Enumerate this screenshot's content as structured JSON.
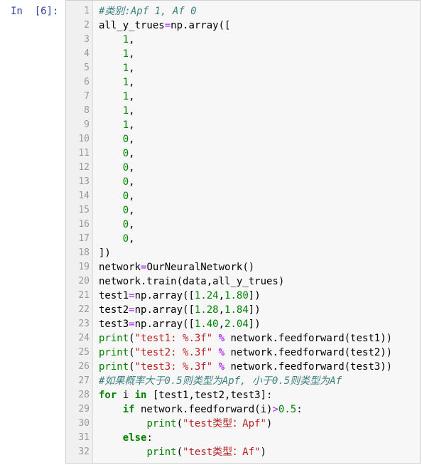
{
  "prompt": "In  [6]:",
  "lines": [
    {
      "n": "1",
      "tokens": [
        {
          "t": "#类别:Apf 1, Af 0",
          "c": "cm"
        }
      ]
    },
    {
      "n": "2",
      "tokens": [
        {
          "t": "all_y_trues",
          "c": ""
        },
        {
          "t": "=",
          "c": "op"
        },
        {
          "t": "np.array([",
          "c": ""
        }
      ]
    },
    {
      "n": "3",
      "tokens": [
        {
          "t": "    ",
          "c": ""
        },
        {
          "t": "1",
          "c": "num"
        },
        {
          "t": ",",
          "c": ""
        }
      ]
    },
    {
      "n": "4",
      "tokens": [
        {
          "t": "    ",
          "c": ""
        },
        {
          "t": "1",
          "c": "num"
        },
        {
          "t": ",",
          "c": ""
        }
      ]
    },
    {
      "n": "5",
      "tokens": [
        {
          "t": "    ",
          "c": ""
        },
        {
          "t": "1",
          "c": "num"
        },
        {
          "t": ",",
          "c": ""
        }
      ]
    },
    {
      "n": "6",
      "tokens": [
        {
          "t": "    ",
          "c": ""
        },
        {
          "t": "1",
          "c": "num"
        },
        {
          "t": ",",
          "c": ""
        }
      ]
    },
    {
      "n": "7",
      "tokens": [
        {
          "t": "    ",
          "c": ""
        },
        {
          "t": "1",
          "c": "num"
        },
        {
          "t": ",",
          "c": ""
        }
      ]
    },
    {
      "n": "8",
      "tokens": [
        {
          "t": "    ",
          "c": ""
        },
        {
          "t": "1",
          "c": "num"
        },
        {
          "t": ",",
          "c": ""
        }
      ]
    },
    {
      "n": "9",
      "tokens": [
        {
          "t": "    ",
          "c": ""
        },
        {
          "t": "1",
          "c": "num"
        },
        {
          "t": ",",
          "c": ""
        }
      ]
    },
    {
      "n": "10",
      "tokens": [
        {
          "t": "    ",
          "c": ""
        },
        {
          "t": "0",
          "c": "num"
        },
        {
          "t": ",",
          "c": ""
        }
      ]
    },
    {
      "n": "11",
      "tokens": [
        {
          "t": "    ",
          "c": ""
        },
        {
          "t": "0",
          "c": "num"
        },
        {
          "t": ",",
          "c": ""
        }
      ]
    },
    {
      "n": "12",
      "tokens": [
        {
          "t": "    ",
          "c": ""
        },
        {
          "t": "0",
          "c": "num"
        },
        {
          "t": ",",
          "c": ""
        }
      ]
    },
    {
      "n": "13",
      "tokens": [
        {
          "t": "    ",
          "c": ""
        },
        {
          "t": "0",
          "c": "num"
        },
        {
          "t": ",",
          "c": ""
        }
      ]
    },
    {
      "n": "14",
      "tokens": [
        {
          "t": "    ",
          "c": ""
        },
        {
          "t": "0",
          "c": "num"
        },
        {
          "t": ",",
          "c": ""
        }
      ]
    },
    {
      "n": "15",
      "tokens": [
        {
          "t": "    ",
          "c": ""
        },
        {
          "t": "0",
          "c": "num"
        },
        {
          "t": ",",
          "c": ""
        }
      ]
    },
    {
      "n": "16",
      "tokens": [
        {
          "t": "    ",
          "c": ""
        },
        {
          "t": "0",
          "c": "num"
        },
        {
          "t": ",",
          "c": ""
        }
      ]
    },
    {
      "n": "17",
      "tokens": [
        {
          "t": "    ",
          "c": ""
        },
        {
          "t": "0",
          "c": "num"
        },
        {
          "t": ",",
          "c": ""
        }
      ]
    },
    {
      "n": "18",
      "tokens": [
        {
          "t": "])",
          "c": ""
        }
      ]
    },
    {
      "n": "19",
      "tokens": [
        {
          "t": "network",
          "c": ""
        },
        {
          "t": "=",
          "c": "op"
        },
        {
          "t": "OurNeuralNetwork()",
          "c": ""
        }
      ]
    },
    {
      "n": "20",
      "tokens": [
        {
          "t": "network.train(data,all_y_trues)",
          "c": ""
        }
      ]
    },
    {
      "n": "21",
      "tokens": [
        {
          "t": "test1",
          "c": ""
        },
        {
          "t": "=",
          "c": "op"
        },
        {
          "t": "np.array([",
          "c": ""
        },
        {
          "t": "1.24",
          "c": "num"
        },
        {
          "t": ",",
          "c": ""
        },
        {
          "t": "1.80",
          "c": "num"
        },
        {
          "t": "])",
          "c": ""
        }
      ]
    },
    {
      "n": "22",
      "tokens": [
        {
          "t": "test2",
          "c": ""
        },
        {
          "t": "=",
          "c": "op"
        },
        {
          "t": "np.array([",
          "c": ""
        },
        {
          "t": "1.28",
          "c": "num"
        },
        {
          "t": ",",
          "c": ""
        },
        {
          "t": "1.84",
          "c": "num"
        },
        {
          "t": "])",
          "c": ""
        }
      ]
    },
    {
      "n": "23",
      "tokens": [
        {
          "t": "test3",
          "c": ""
        },
        {
          "t": "=",
          "c": "op"
        },
        {
          "t": "np.array([",
          "c": ""
        },
        {
          "t": "1.40",
          "c": "num"
        },
        {
          "t": ",",
          "c": ""
        },
        {
          "t": "2.04",
          "c": "num"
        },
        {
          "t": "])",
          "c": ""
        }
      ]
    },
    {
      "n": "24",
      "tokens": [
        {
          "t": "print",
          "c": "bi"
        },
        {
          "t": "(",
          "c": ""
        },
        {
          "t": "\"test1: %.3f\"",
          "c": "str"
        },
        {
          "t": " ",
          "c": ""
        },
        {
          "t": "%",
          "c": "opb"
        },
        {
          "t": " network.feedforward(test1))",
          "c": ""
        }
      ]
    },
    {
      "n": "25",
      "tokens": [
        {
          "t": "print",
          "c": "bi"
        },
        {
          "t": "(",
          "c": ""
        },
        {
          "t": "\"test2: %.3f\"",
          "c": "str"
        },
        {
          "t": " ",
          "c": ""
        },
        {
          "t": "%",
          "c": "opb"
        },
        {
          "t": " network.feedforward(test2))",
          "c": ""
        }
      ]
    },
    {
      "n": "26",
      "tokens": [
        {
          "t": "print",
          "c": "bi"
        },
        {
          "t": "(",
          "c": ""
        },
        {
          "t": "\"test3: %.3f\"",
          "c": "str"
        },
        {
          "t": " ",
          "c": ""
        },
        {
          "t": "%",
          "c": "opb"
        },
        {
          "t": " network.feedforward(test3))",
          "c": ""
        }
      ]
    },
    {
      "n": "27",
      "tokens": [
        {
          "t": "#如果概率大于0.5则类型为Apf, 小于0.5则类型为Af",
          "c": "cm"
        }
      ]
    },
    {
      "n": "28",
      "tokens": [
        {
          "t": "for",
          "c": "kw"
        },
        {
          "t": " i ",
          "c": ""
        },
        {
          "t": "in",
          "c": "kw"
        },
        {
          "t": " [test1,test2,test3]:",
          "c": ""
        }
      ]
    },
    {
      "n": "29",
      "tokens": [
        {
          "t": "    ",
          "c": ""
        },
        {
          "t": "if",
          "c": "kw"
        },
        {
          "t": " network.feedforward(i)",
          "c": ""
        },
        {
          "t": ">",
          "c": "op"
        },
        {
          "t": "0.5",
          "c": "num"
        },
        {
          "t": ":",
          "c": ""
        }
      ]
    },
    {
      "n": "30",
      "tokens": [
        {
          "t": "        ",
          "c": ""
        },
        {
          "t": "print",
          "c": "bi"
        },
        {
          "t": "(",
          "c": ""
        },
        {
          "t": "\"test类型：Apf\"",
          "c": "str"
        },
        {
          "t": ")",
          "c": ""
        }
      ]
    },
    {
      "n": "31",
      "tokens": [
        {
          "t": "    ",
          "c": ""
        },
        {
          "t": "else",
          "c": "kw"
        },
        {
          "t": ":",
          "c": ""
        }
      ]
    },
    {
      "n": "32",
      "tokens": [
        {
          "t": "        ",
          "c": ""
        },
        {
          "t": "print",
          "c": "bi"
        },
        {
          "t": "(",
          "c": ""
        },
        {
          "t": "\"test类型：Af\"",
          "c": "str"
        },
        {
          "t": ")",
          "c": ""
        }
      ]
    }
  ]
}
